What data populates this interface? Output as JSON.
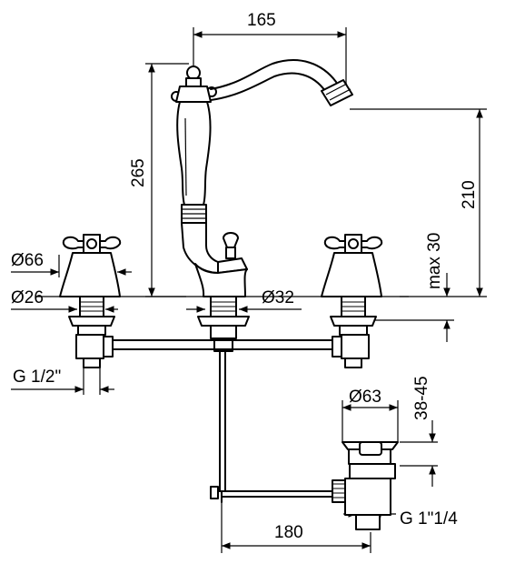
{
  "drawing": {
    "dimensions": {
      "spout_reach": "165",
      "total_height": "265",
      "spout_height": "210",
      "max_deck": "max 30",
      "handle_diameter": "Ø66",
      "valve_diameter": "Ø26",
      "spout_base_diameter": "Ø32",
      "inlet_thread": "G 1/2\"",
      "drain_diameter": "Ø63",
      "drain_range": "38-45",
      "drain_thread": "G 1\"1/4",
      "rod_length": "180"
    },
    "colors": {
      "line": "#000000",
      "background": "#ffffff"
    }
  }
}
